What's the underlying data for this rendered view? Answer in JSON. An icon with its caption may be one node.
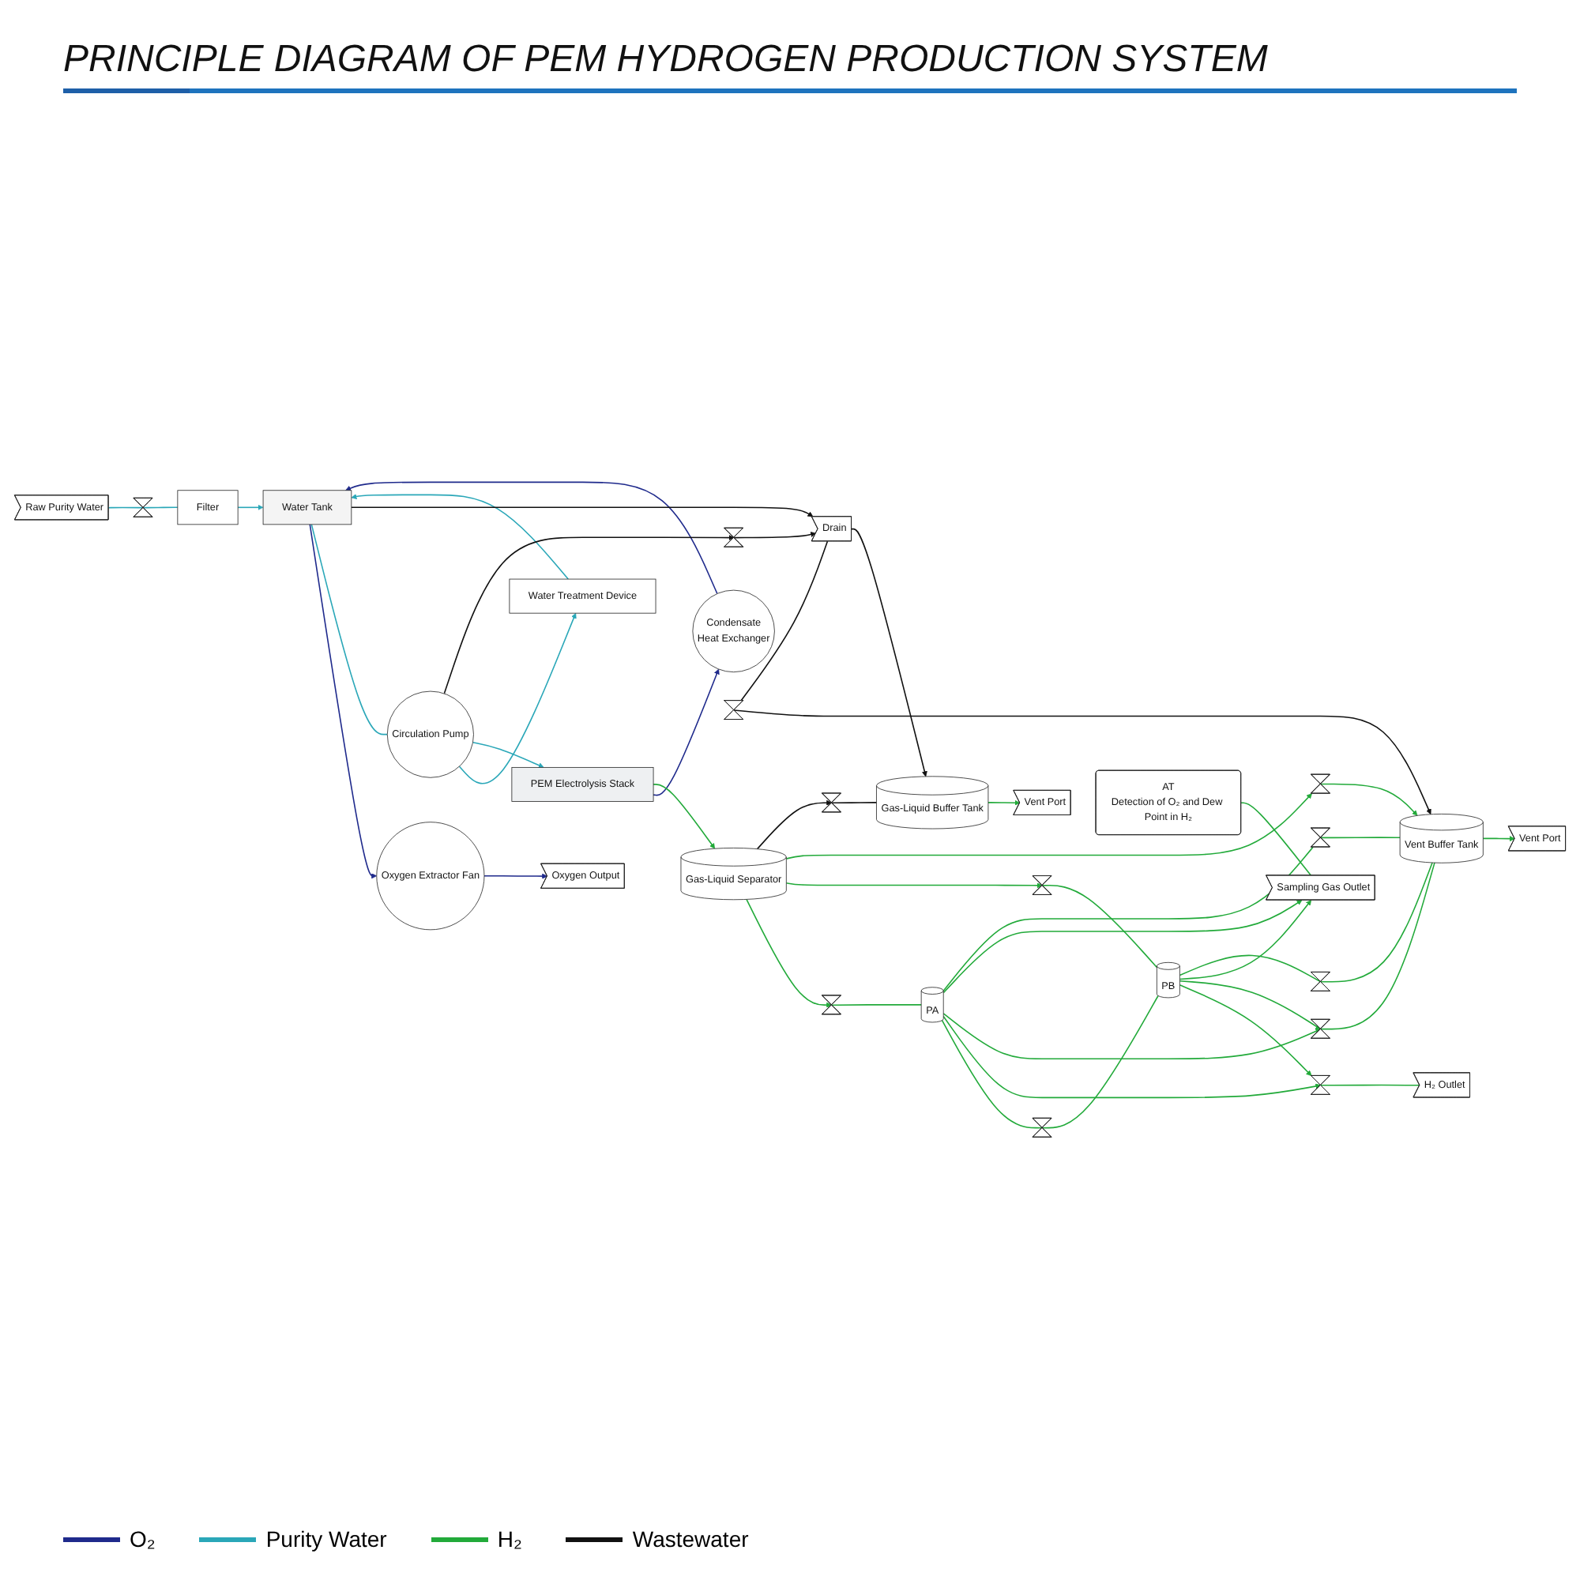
{
  "diagram": {
    "title": "PRINCIPLE DIAGRAM OF PEM HYDROGEN PRODUCTION SYSTEM",
    "nodes": [
      {
        "text": [
          "Raw Purity Water"
        ]
      },
      {
        "text": [],
        "shape": "valve"
      },
      {
        "text": [
          "Filter"
        ]
      },
      {
        "text": [
          "Oxygen Output"
        ]
      },
      {
        "text": [
          "Oxygen Extractor Fan"
        ]
      },
      {
        "text": [
          "Water Tank"
        ]
      },
      {
        "text": [
          "Condensate",
          "Heat Exchanger"
        ]
      },
      {
        "text": [
          "Water Treatment Device"
        ]
      },
      {
        "text": [
          "Circulation Pump"
        ]
      },
      {
        "text": [
          "PEM Electrolysis Stack"
        ]
      },
      {
        "text": [
          "Gas-Liquid Separator"
        ]
      },
      {
        "text": [
          "PA"
        ]
      },
      {
        "text": [
          "PB"
        ]
      },
      {
        "text": [
          "H₂ Outlet"
        ]
      },
      {
        "text": [
          "AT",
          "Detection of O₂ and Dew Point in H₂"
        ]
      },
      {
        "text": [
          "Sampling Gas Outlet"
        ]
      },
      {
        "text": [
          "Vent Port"
        ]
      },
      {
        "text": [
          "Vent Buffer Tank"
        ]
      },
      {
        "text": [
          "Vent Port"
        ]
      },
      {
        "text": [
          "Gas-Liquid Buffer Tank"
        ]
      },
      {
        "text": [
          "Drain"
        ]
      },
      {
        "text": [],
        "shape": "valve"
      },
      {
        "text": [],
        "shape": "valve"
      },
      {
        "text": [],
        "shape": "valve"
      },
      {
        "text": [],
        "shape": "valve"
      },
      {
        "text": [],
        "shape": "valve"
      },
      {
        "text": [],
        "shape": "valve"
      },
      {
        "text": [],
        "shape": "valve"
      },
      {
        "text": [],
        "shape": "valve"
      },
      {
        "text": [],
        "shape": "valve"
      },
      {
        "text": [],
        "shape": "valve"
      },
      {
        "text": [],
        "shape": "valve"
      }
    ],
    "edges": [
      {
        "from": 0,
        "to": 1,
        "arrow": "none",
        "color": "#2aa7b8"
      },
      {
        "from": 1,
        "to": 2,
        "arrow": "none",
        "color": "#2aa7b8"
      },
      {
        "from": 2,
        "to": 5,
        "arrow": "to",
        "color": "#2aa7b8"
      },
      {
        "from": 5,
        "to": 4,
        "arrow": "to",
        "color": "#1f2a8c"
      },
      {
        "from": 4,
        "to": 3,
        "arrow": "to",
        "color": "#1f2a8c"
      },
      {
        "from": 9,
        "to": 6,
        "arrow": "to",
        "color": "#1f2a8c"
      },
      {
        "from": 6,
        "to": 5,
        "arrow": "to",
        "color": "#1f2a8c"
      },
      {
        "from": 5,
        "to": 8,
        "arrow": "none",
        "color": "#2aa7b8"
      },
      {
        "from": 8,
        "to": 7,
        "arrow": "to",
        "color": "#2aa7b8"
      },
      {
        "from": 7,
        "to": 5,
        "arrow": "to",
        "color": "#2aa7b8"
      },
      {
        "from": 8,
        "to": 9,
        "arrow": "to",
        "color": "#2aa7b8"
      },
      {
        "from": 5,
        "to": 20,
        "arrow": "to",
        "color": "#111111"
      },
      {
        "from": 8,
        "to": 30,
        "arrow": "to",
        "color": "#111111"
      },
      {
        "from": 30,
        "to": 20,
        "arrow": "to",
        "color": "#111111"
      },
      {
        "from": 9,
        "to": 10,
        "arrow": "to"
      },
      {
        "from": 10,
        "to": 25,
        "arrow": "to"
      },
      {
        "from": 25,
        "to": 11,
        "arrow": "none"
      },
      {
        "from": 10,
        "to": 27,
        "arrow": "to"
      },
      {
        "from": 27,
        "to": 12,
        "arrow": "none"
      },
      {
        "from": 10,
        "to": 28,
        "arrow": "to"
      },
      {
        "from": 28,
        "to": 17,
        "arrow": "to"
      },
      {
        "from": 11,
        "to": 21,
        "arrow": "none"
      },
      {
        "from": 21,
        "to": 12,
        "arrow": "none"
      },
      {
        "from": 11,
        "to": 22,
        "arrow": "to"
      },
      {
        "from": 12,
        "to": 22,
        "arrow": "to"
      },
      {
        "from": 22,
        "to": 13,
        "arrow": "none"
      },
      {
        "from": 11,
        "to": 23,
        "arrow": "to"
      },
      {
        "from": 12,
        "to": 23,
        "arrow": "to"
      },
      {
        "from": 23,
        "to": 17,
        "arrow": "none"
      },
      {
        "from": 11,
        "to": 15,
        "arrow": "to"
      },
      {
        "from": 12,
        "to": 15,
        "arrow": "to"
      },
      {
        "from": 14,
        "to": 15,
        "arrow": "none"
      },
      {
        "from": 11,
        "to": 24,
        "arrow": "none"
      },
      {
        "from": 24,
        "to": 17,
        "arrow": "none"
      },
      {
        "from": 12,
        "to": 26,
        "arrow": "none"
      },
      {
        "from": 26,
        "to": 17,
        "arrow": "none"
      },
      {
        "from": 17,
        "to": 16,
        "arrow": "to"
      },
      {
        "from": 10,
        "to": 29,
        "arrow": "to",
        "color": "#111111"
      },
      {
        "from": 29,
        "to": 19,
        "arrow": "none",
        "color": "#111111"
      },
      {
        "from": 19,
        "to": 18,
        "arrow": "to"
      },
      {
        "from": 20,
        "to": 19,
        "arrow": "to",
        "color": "#111111"
      },
      {
        "from": 31,
        "to": 17,
        "arrow": "to",
        "color": "#111111"
      },
      {
        "from": 31,
        "to": 20,
        "arrow": "none",
        "color": "#111111"
      }
    ],
    "legend": [
      {
        "text": "O₂",
        "color": "#1f2a8c"
      },
      {
        "text": "Purity Water",
        "color": "#2aa7b8"
      },
      {
        "text": "H₂",
        "color": "#22aa3a"
      },
      {
        "text": "Wastewater",
        "color": "#111111"
      }
    ]
  }
}
